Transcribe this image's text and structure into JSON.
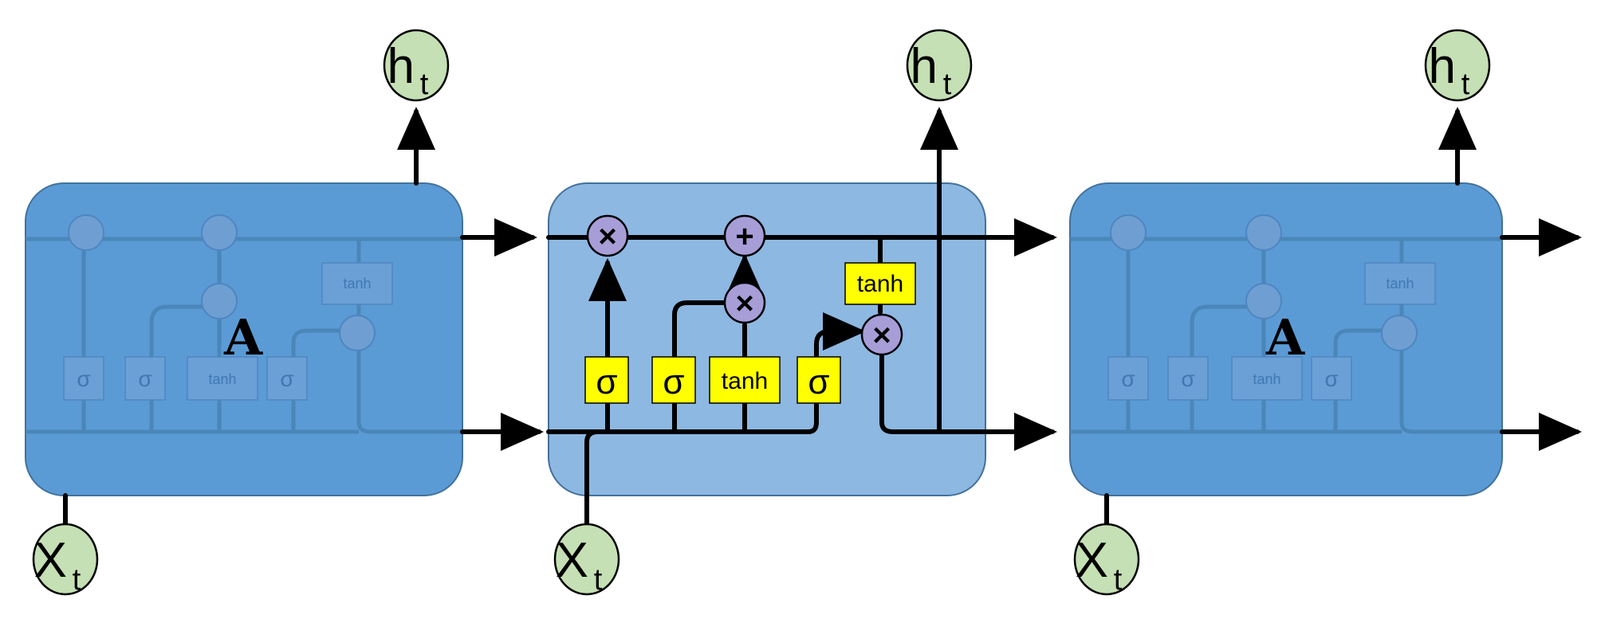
{
  "cell_label": "A",
  "input_label": {
    "main": "X",
    "sub": "t"
  },
  "output_label": {
    "main": "h",
    "sub": "t"
  },
  "gates": {
    "sigma": "σ",
    "tanh": "tanh"
  },
  "operators": {
    "multiply": "×",
    "add": "+"
  },
  "colors": {
    "outer_cell": "#5b9bd5",
    "center_cell": "#8db8e2",
    "gate_fill": "#ffff00",
    "operator_fill": "#a79ed8",
    "io_node_fill": "#c5e0b4"
  }
}
